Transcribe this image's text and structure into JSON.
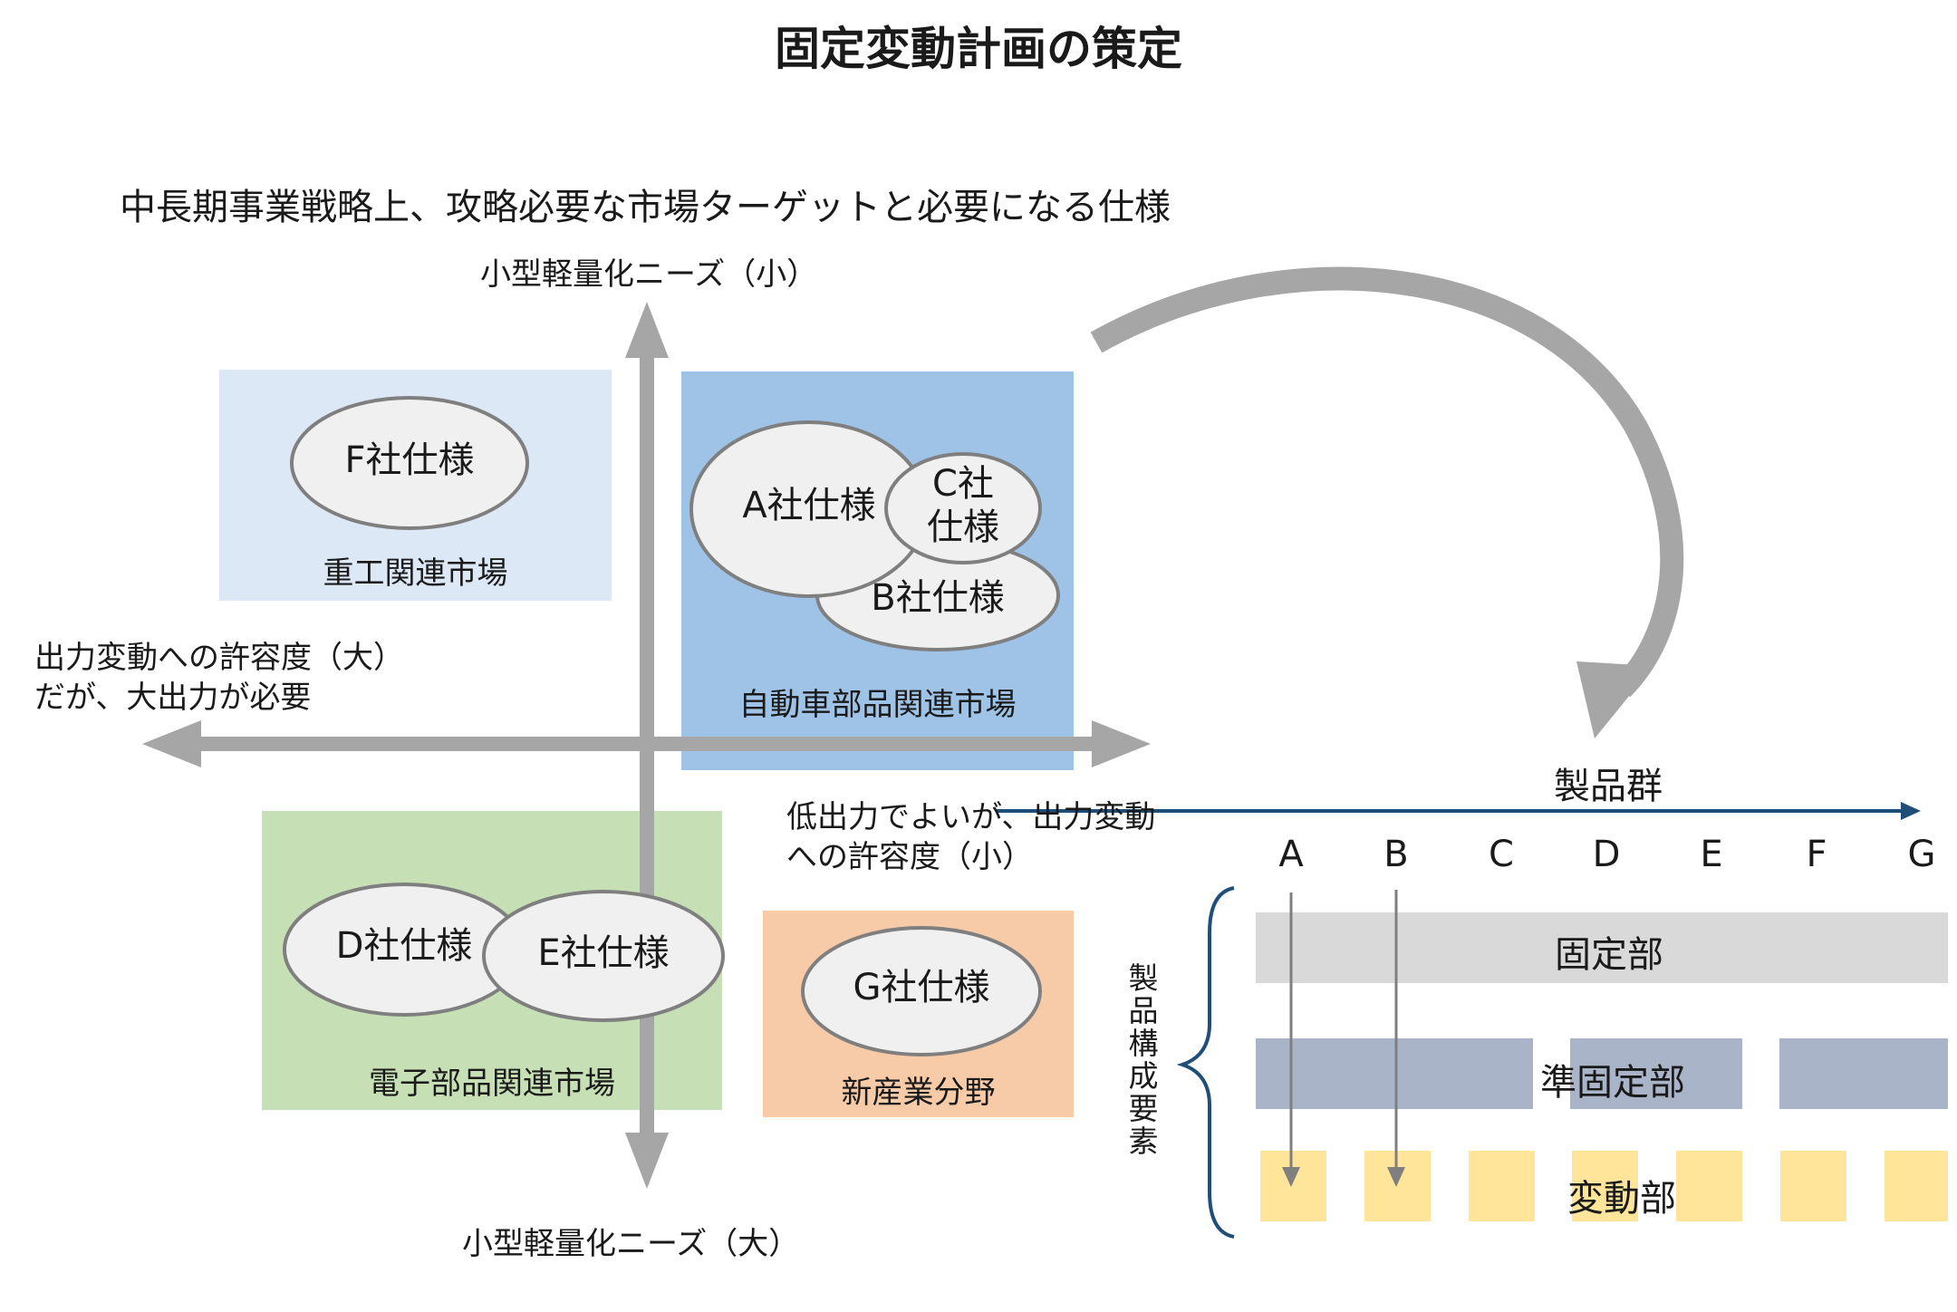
{
  "title": "固定変動計画の策定",
  "subtitle": "中長期事業戦略上、攻略必要な市場ターゲットと必要になる仕様",
  "axes": {
    "top": "小型軽量化ニーズ（小）",
    "bottom": "小型軽量化ニーズ（大）",
    "left_line1": "出力変動への許容度（大）",
    "left_line2": "だが、大出力が必要",
    "right_line1": "低出力でよいが、出力変動",
    "right_line2": "への許容度（小）"
  },
  "markets": {
    "heavy": "重工関連市場",
    "auto": "自動車部品関連市場",
    "electronic": "電子部品関連市場",
    "new": "新産業分野"
  },
  "specs": {
    "f": "F社仕様",
    "a": "A社仕様",
    "c": "C社仕様",
    "b": "B社仕様",
    "d": "D社仕様",
    "e": "E社仕様",
    "g": "G社仕様"
  },
  "product_group": {
    "label": "製品群",
    "letters": [
      "A",
      "B",
      "C",
      "D",
      "E",
      "F",
      "G"
    ]
  },
  "components": {
    "label": "製品構成要素",
    "fixed": "固定部",
    "semi_fixed": "準固定部",
    "variable": "変動部"
  },
  "colors": {
    "heavy_bg": "#dce8f5",
    "auto_bg": "#9ec3e6",
    "electronic_bg": "#c6dfb4",
    "new_bg": "#f7caa8",
    "ellipse_fill": "#f0f0f0",
    "ellipse_stroke": "#7f7f7f",
    "axis_gray": "#a6a6a6",
    "fixed_band": "#d9d9d9",
    "semi_fixed_band": "#aab4c8",
    "variable_box": "#ffe599",
    "navy": "#1f4e79"
  }
}
